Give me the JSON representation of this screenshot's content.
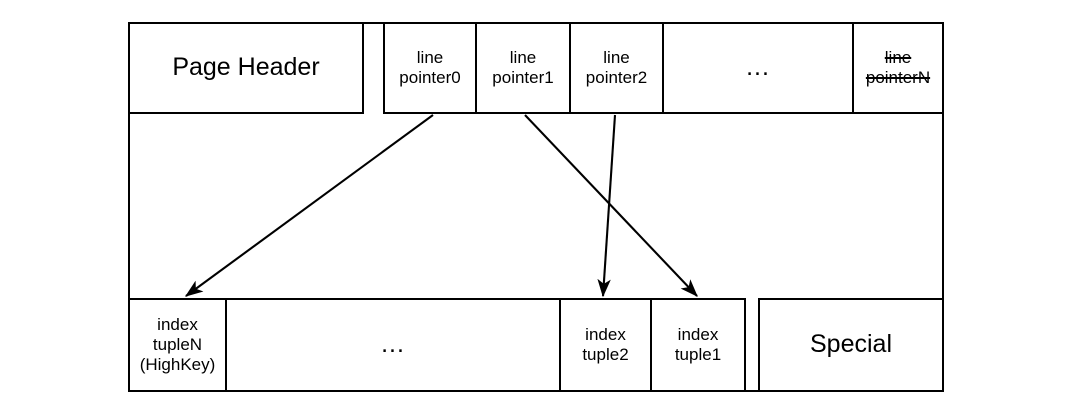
{
  "diagram": {
    "title": "PostgreSQL B-tree index page layout",
    "stroke_color": "#000000",
    "fill_color": "#ffffff",
    "page_frame": {
      "label": "page-frame"
    },
    "header_row": {
      "page_header": {
        "label": "Page Header"
      },
      "line_pointers": [
        {
          "id": "line-pointer-0",
          "label": "line\npointer0",
          "struck": false
        },
        {
          "id": "line-pointer-1",
          "label": "line\npointer1",
          "struck": false
        },
        {
          "id": "line-pointer-2",
          "label": "line\npointer2",
          "struck": false
        },
        {
          "id": "line-pointer-ellipsis",
          "label": "...",
          "struck": false
        },
        {
          "id": "line-pointer-n",
          "label": "line\npointerN",
          "struck": true
        }
      ]
    },
    "free_space": {
      "label": ""
    },
    "tuple_row": {
      "tuples": [
        {
          "id": "index-tuple-n",
          "label": "index\ntupleN\n(HighKey)"
        },
        {
          "id": "tuple-ellipsis",
          "label": "..."
        },
        {
          "id": "index-tuple-2",
          "label": "index\ntuple2"
        },
        {
          "id": "index-tuple-1",
          "label": "index\ntuple1"
        }
      ],
      "special": {
        "label": "Special"
      }
    },
    "arrows": [
      {
        "id": "arrow-pointer0-to-tupleN",
        "from": "line-pointer-0",
        "to": "index-tuple-n"
      },
      {
        "id": "arrow-pointer1-to-tuple1",
        "from": "line-pointer-1",
        "to": "index-tuple-1"
      },
      {
        "id": "arrow-pointer2-to-tuple2",
        "from": "line-pointer-2",
        "to": "index-tuple-2"
      }
    ]
  }
}
